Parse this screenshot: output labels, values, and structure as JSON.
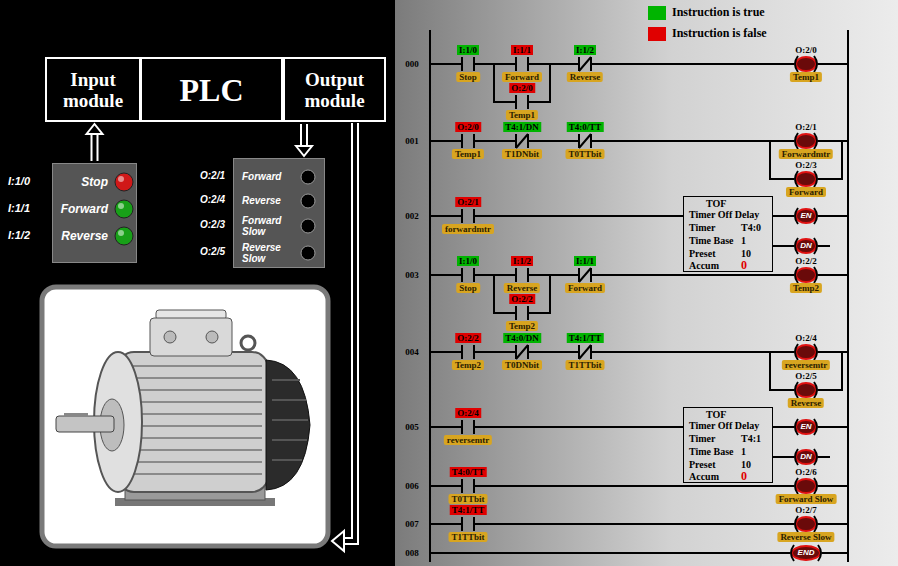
{
  "diagram": {
    "nodes": [
      {
        "text": [
          "Input module"
        ]
      },
      {
        "text": [
          "PLC"
        ]
      },
      {
        "text": [
          "Output module"
        ]
      },
      {
        "text": [
          "Stop",
          "Forward",
          "Reverse"
        ]
      },
      {
        "text": [
          "Forward",
          "Reverse",
          "Forward Slow",
          "Reverse Slow"
        ]
      },
      {
        "text": [
          "TOF",
          "Timer Off Delay",
          "Timer",
          "T4:0",
          "Time Base",
          "1",
          "Preset",
          "10",
          "Accum",
          "0"
        ]
      },
      {
        "text": [
          "TOF",
          "Timer Off Delay",
          "Timer",
          "T4:1",
          "Time Base",
          "1",
          "Preset",
          "10",
          "Accum",
          "0"
        ]
      }
    ],
    "edges": [
      {
        "from": 3,
        "to": 0,
        "arrow": "to"
      },
      {
        "from": 2,
        "to": 4,
        "arrow": "to"
      }
    ],
    "labels": [
      "I:1/0",
      "I:1/1",
      "I:1/2",
      "O:2/1",
      "O:2/4",
      "O:2/3",
      "O:2/5",
      "000",
      "I:1/0",
      "Stop",
      "I:1/1",
      "Forward",
      "I:1/2",
      "Reverse",
      "O:2/0",
      "Temp1",
      "O:2/0",
      "Temp1",
      "001",
      "O:2/0",
      "Temp1",
      "T4:1/DN",
      "T1DNbit",
      "T4:0/TT",
      "T0TTbit",
      "O:2/1",
      "Forwardmtr",
      "O:2/3",
      "Forward",
      "002",
      "O:2/1",
      "forwardmtr",
      "EN",
      "DN",
      "003",
      "I:1/0",
      "Stop",
      "I:1/2",
      "Reverse",
      "I:1/1",
      "Forward",
      "O:2/2",
      "Temp2",
      "O:2/2",
      "Temp2",
      "004",
      "O:2/2",
      "Temp2",
      "T4:0/DN",
      "T0DNbit",
      "T4:1/TT",
      "T1TTbit",
      "O:2/4",
      "reversemtr",
      "O:2/5",
      "Reverse",
      "005",
      "O:2/4",
      "reversemtr",
      "EN",
      "DN",
      "006",
      "T4:0/TT",
      "T0TTbit",
      "O:2/6",
      "Forward Slow",
      "007",
      "T4:1/TT",
      "T1TTbit",
      "O:2/7",
      "Reverse Slow",
      "008",
      "END"
    ],
    "legend": [
      {
        "text": "Instruction is true",
        "color": "#00b400"
      },
      {
        "text": "Instruction is false",
        "color": "#e00000"
      }
    ]
  }
}
